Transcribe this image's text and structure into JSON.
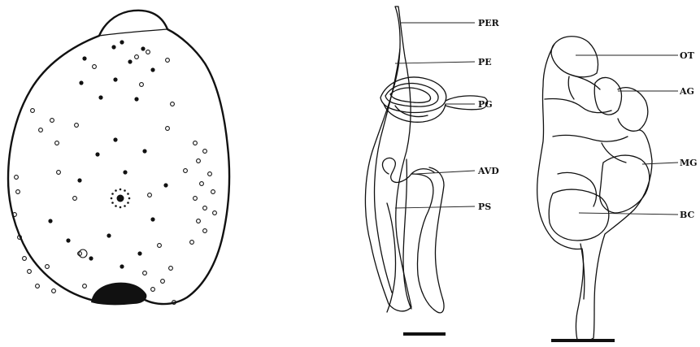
{
  "labels": {
    "per": "PER",
    "pe": "PE",
    "pg": "PG",
    "avd": "AVD",
    "ps": "PS",
    "ot": "OT",
    "ag": "AG",
    "mg": "MG",
    "bc": "BC"
  }
}
